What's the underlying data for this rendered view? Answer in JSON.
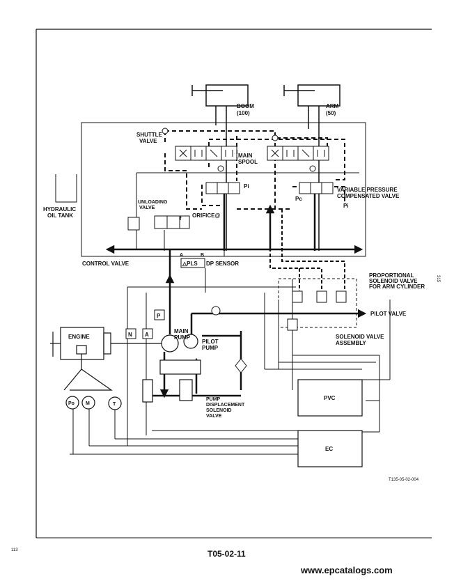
{
  "labels": {
    "boom": "BOOM",
    "boom_value": "(100)",
    "arm": "ARM",
    "arm_value": "(50)",
    "shuttle_valve": [
      "SHUTTLE",
      "VALVE"
    ],
    "main_spool": [
      "MAIN",
      "SPOOL"
    ],
    "hydraulic_oil_tank": [
      "HYDRAULIC",
      "OIL TANK"
    ],
    "unloading_valve": [
      "UNLOADING",
      "VALVE"
    ],
    "orifice": "ORIFICE@",
    "pi_1": "Pi",
    "pi_2": "Pi",
    "pc": "Pc",
    "variable_pressure_valve": [
      "VARIABLE PRESSURE",
      "COMPENSATED VALVE"
    ],
    "control_valve": "CONTROL VALVE",
    "pls": "△PLS",
    "dp_sensor": "DP SENSOR",
    "port_a": "A",
    "port_b": "B",
    "port_f": "f",
    "proportional_solenoid": [
      "PROPORTIONAL",
      "SOLENOID VALVE",
      "FOR ARM CYLINDER"
    ],
    "pilot_valve": "PILOT VALVE",
    "solenoid_valve_assembly": [
      "SOLENOID VALVE",
      "ASSEMBLY"
    ],
    "engine": "ENGINE",
    "n": "N",
    "a": "A",
    "p": "P",
    "main_pump": [
      "MAIN",
      "PUMP"
    ],
    "pilot_pump": [
      "PILOT",
      "PUMP"
    ],
    "pump_displacement": [
      "PUMP",
      "DISPLACEMENT",
      "SOLENOID",
      "VALVE"
    ],
    "pvc": "PVC",
    "ec": "EC",
    "po": "Po",
    "m": "M",
    "t": "T"
  },
  "figure_ref": "T135-05-02-004",
  "page_number": "T05-02-11",
  "corner_mark": "113",
  "side_mark": "315",
  "website": "www.epcatalogs.com"
}
